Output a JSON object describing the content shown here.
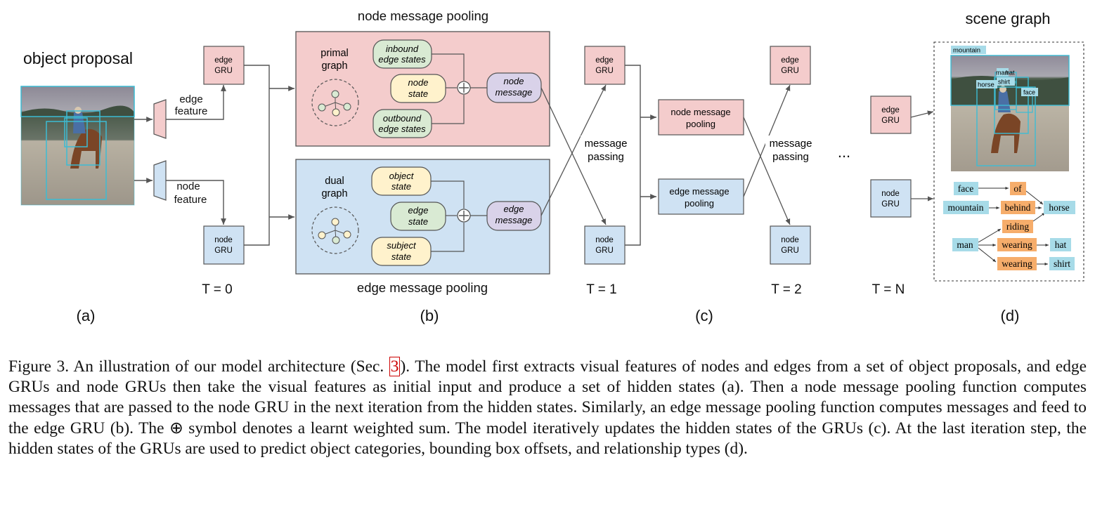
{
  "figure": {
    "labels": {
      "object_proposal": "object proposal",
      "scene_graph": "scene graph",
      "node_message_pooling_title": "node message pooling",
      "edge_message_pooling_title": "edge message pooling",
      "edge_feature_1": "edge",
      "edge_feature_2": "feature",
      "node_feature_1": "node",
      "node_feature_2": "feature",
      "message_passing_1": "message",
      "message_passing_2": "passing",
      "ellipsis": "...",
      "t0": "T = 0",
      "t1": "T = 1",
      "t2": "T = 2",
      "tn": "T = N",
      "panel_a": "(a)",
      "panel_b": "(b)",
      "panel_c": "(c)",
      "panel_d": "(d)"
    },
    "gru": {
      "edge_1": "edge",
      "edge_2": "GRU",
      "node_1": "node",
      "node_2": "GRU"
    },
    "primal": {
      "title_1": "primal",
      "title_2": "graph",
      "inbound_1": "inbound",
      "inbound_2": "edge states",
      "node_state_1": "node",
      "node_state_2": "state",
      "outbound_1": "outbound",
      "outbound_2": "edge states",
      "node_message_1": "node",
      "node_message_2": "message"
    },
    "dual": {
      "title_1": "dual",
      "title_2": "graph",
      "object_1": "object",
      "object_2": "state",
      "edge_state_1": "edge",
      "edge_state_2": "state",
      "subject_1": "subject",
      "subject_2": "state",
      "edge_message_1": "edge",
      "edge_message_2": "message"
    },
    "pooling": {
      "node_1": "node message",
      "node_2": "pooling",
      "edge_1": "edge message",
      "edge_2": "pooling"
    },
    "detections": {
      "mountain": "mountain",
      "hat": "hat",
      "man": "man",
      "shirt": "shirt",
      "horse": "horse",
      "face": "face"
    },
    "scene_graph_nodes": {
      "face": "face",
      "of": "of",
      "mountain": "mountain",
      "behind": "behind",
      "horse": "horse",
      "riding": "riding",
      "man": "man",
      "wearing_1": "wearing",
      "hat": "hat",
      "wearing_2": "wearing",
      "shirt": "shirt"
    },
    "colors": {
      "edge_pink": "#f4cccc",
      "node_blue": "#cfe2f3",
      "state_green": "#d9ead3",
      "state_yellow": "#fff2cc",
      "message_purple": "#d9d2e9",
      "object_cyan": "#a7dbe8",
      "predicate_orange": "#f6ad6b",
      "bbox_cyan": "#3cbcd4"
    }
  },
  "caption": {
    "text_before_ref": "Figure 3. An illustration of our model architecture (Sec. ",
    "ref": "3",
    "text_after_ref": "). The model first extracts visual features of nodes and edges from a set of object proposals, and edge GRUs and node GRUs then take the visual features as initial input and produce a set of hidden states (a). Then a node message pooling function computes messages that are passed to the node GRU in the next iteration from the hidden states. Similarly, an edge message pooling function computes messages and feed to the edge GRU (b). The ⊕ symbol denotes a learnt weighted sum. The model iteratively updates the hidden states of the GRUs (c). At the last iteration step, the hidden states of the GRUs are used to predict object categories, bounding box offsets, and relationship types (d)."
  }
}
